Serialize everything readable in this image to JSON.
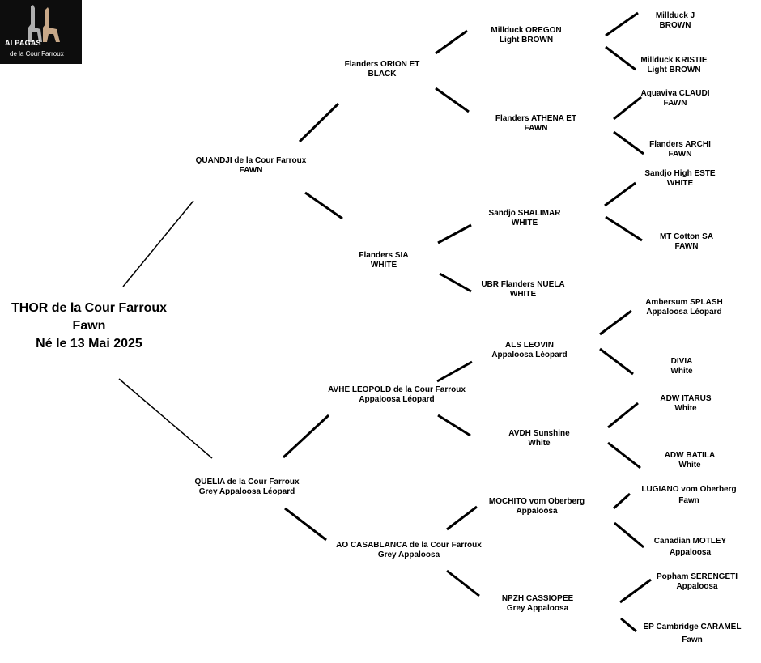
{
  "logo": {
    "line1": "ALPAGAS",
    "line2": "de la Cour Farroux"
  },
  "root": {
    "name": "THOR de la Cour Farroux",
    "color": "Fawn",
    "birth": "Né le 13 Mai 2025"
  },
  "sire": {
    "name": "QUANDJI  de la Cour Farroux",
    "color": "FAWN"
  },
  "dam": {
    "name": "QUELIA de la Cour Farroux",
    "color": "Grey Appaloosa Léopard"
  },
  "sire_sire": {
    "name": "Flanders ORION ET",
    "color": "BLACK"
  },
  "sire_dam": {
    "name": "Flanders SIA",
    "color": "WHITE"
  },
  "dam_sire": {
    "name": "AVHE LEOPOLD de la Cour Farroux",
    "color": "Appaloosa Léopard"
  },
  "dam_dam": {
    "name": "AO   CASABLANCA de la Cour Farroux",
    "color": "Grey Appaloosa"
  },
  "gen3": [
    {
      "name": "Millduck   OREGON",
      "color": "Light  BROWN"
    },
    {
      "name": "Flanders ATHENA ET",
      "color": "FAWN"
    },
    {
      "name": "Sandjo SHALIMAR",
      "color": "WHITE"
    },
    {
      "name": "UBR Flanders NUELA",
      "color": "WHITE"
    },
    {
      "name": "ALS LEOVIN",
      "color": "Appaloosa Lèopard"
    },
    {
      "name": "AVDH  Sunshine",
      "color": "White"
    },
    {
      "name": "MOCHITO vom Oberberg",
      "color": "Appaloosa"
    },
    {
      "name": "NPZH  CASSIOPEE",
      "color": "Grey Appaloosa"
    }
  ],
  "gen4": [
    {
      "name": "Millduck J",
      "color": "BROWN"
    },
    {
      "name": "Millduck KRISTIE",
      "color": "Light BROWN"
    },
    {
      "name": "Aquaviva CLAUDI",
      "color": "FAWN"
    },
    {
      "name": "Flanders ARCHI",
      "color": "FAWN"
    },
    {
      "name": "Sandjo High ESTE",
      "color": "WHITE"
    },
    {
      "name": "MT Cotton SA",
      "color": "FAWN"
    },
    {
      "name": "Ambersum SPLASH",
      "color": "Appaloosa Léopard"
    },
    {
      "name": "DIVIA",
      "color": "White"
    },
    {
      "name": "ADW ITARUS",
      "color": "White"
    },
    {
      "name": "ADW   BATILA",
      "color": "White"
    },
    {
      "name": "LUGIANO vom Oberberg",
      "color": "Fawn"
    },
    {
      "name": "Canadian MOTLEY",
      "color": "Appaloosa"
    },
    {
      "name": "Popham SERENGETI",
      "color": "Appaloosa"
    },
    {
      "name": "EP Cambridge CARAMEL",
      "color": "Fawn"
    }
  ]
}
